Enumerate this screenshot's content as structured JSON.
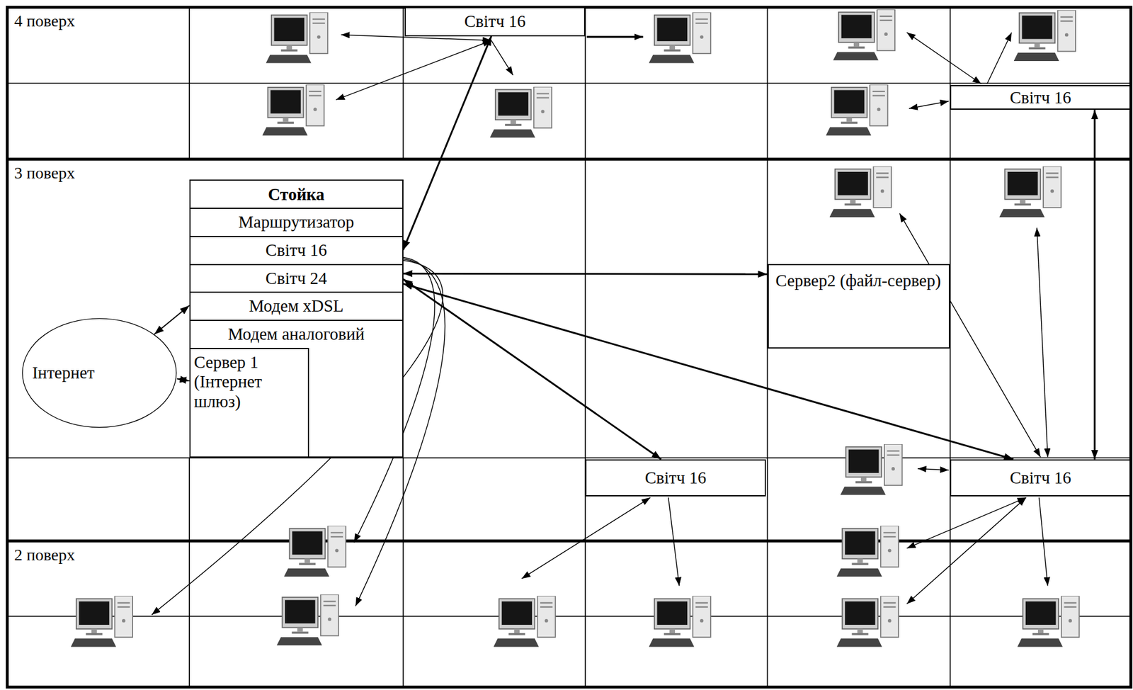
{
  "diagram": {
    "nodes": [
      {
        "text": [
          "4 поверх"
        ]
      },
      {
        "text": [
          "Світч 16"
        ],
        "in": 0
      },
      {
        "text": [
          "Світч 16"
        ],
        "in": 0
      },
      {
        "text": [
          "3 поверх"
        ]
      },
      {
        "text": [
          "Стойка"
        ],
        "in": 3
      },
      {
        "text": [
          "Маршрутизатор"
        ],
        "in": 4
      },
      {
        "text": [
          "Світч 16"
        ],
        "in": 4
      },
      {
        "text": [
          "Світч 24"
        ],
        "in": 4
      },
      {
        "text": [
          "Модем xDSL"
        ],
        "in": 4
      },
      {
        "text": [
          "Модем аналоговий"
        ],
        "in": 4
      },
      {
        "text": [
          "Сервер 1 (Інтернет шлюз)"
        ],
        "in": 4
      },
      {
        "text": [
          "Інтернет"
        ],
        "in": 3
      },
      {
        "text": [
          "Сервер2 (файл-сервер)"
        ],
        "in": 3
      },
      {
        "text": [
          "Світч 16"
        ],
        "in": 3
      },
      {
        "text": [
          "Світч 16"
        ],
        "in": 3
      },
      {
        "text": [
          "2 поверх"
        ]
      }
    ],
    "edges": [
      {
        "from": 1,
        "to": 6,
        "arrow": "both"
      },
      {
        "from": 7,
        "to": 12,
        "arrow": "both"
      },
      {
        "from": 7,
        "to": 13,
        "arrow": "both"
      },
      {
        "from": 7,
        "to": 14,
        "arrow": "both"
      },
      {
        "from": 2,
        "to": 14,
        "arrow": "both"
      },
      {
        "from": 11,
        "to": 8,
        "arrow": "both"
      },
      {
        "from": 11,
        "to": 10,
        "arrow": "both"
      }
    ]
  }
}
